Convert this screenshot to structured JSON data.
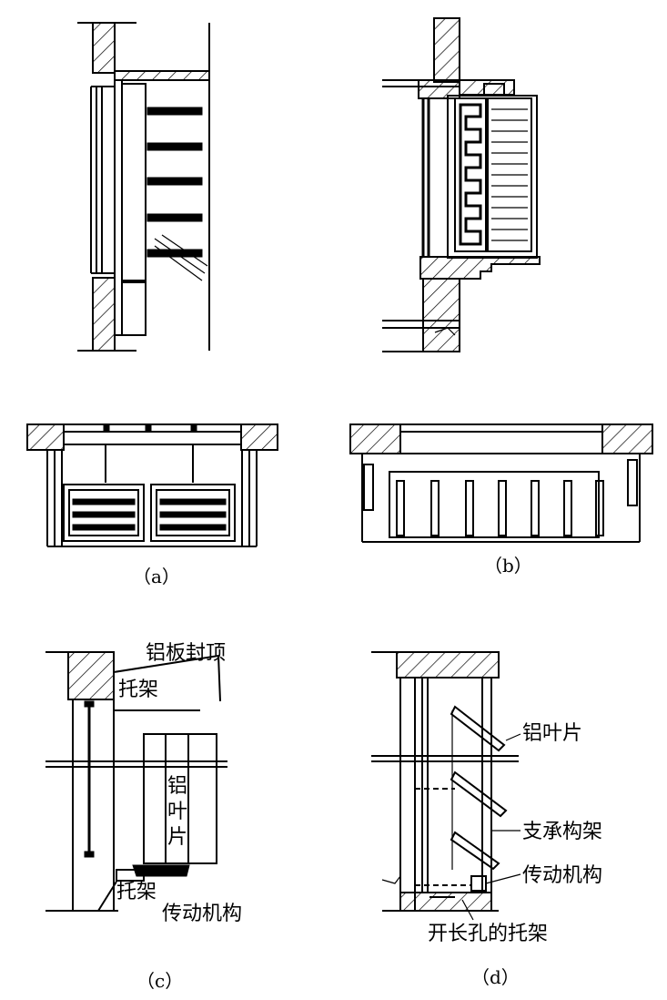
{
  "captions": {
    "a": "（a）",
    "b": "（b）",
    "c": "（c）",
    "d": "（d）"
  },
  "labels": {
    "c_top": "铝板封顶",
    "c_bracket_top": "托架",
    "c_louver": [
      "铝",
      "叶",
      "片"
    ],
    "c_bracket_bottom": "托架",
    "c_mechanism": "传动机构",
    "d_louver": "铝叶片",
    "d_frame": "支承构架",
    "d_mechanism": "传动机构",
    "d_bracket": "开长孔的托架"
  }
}
